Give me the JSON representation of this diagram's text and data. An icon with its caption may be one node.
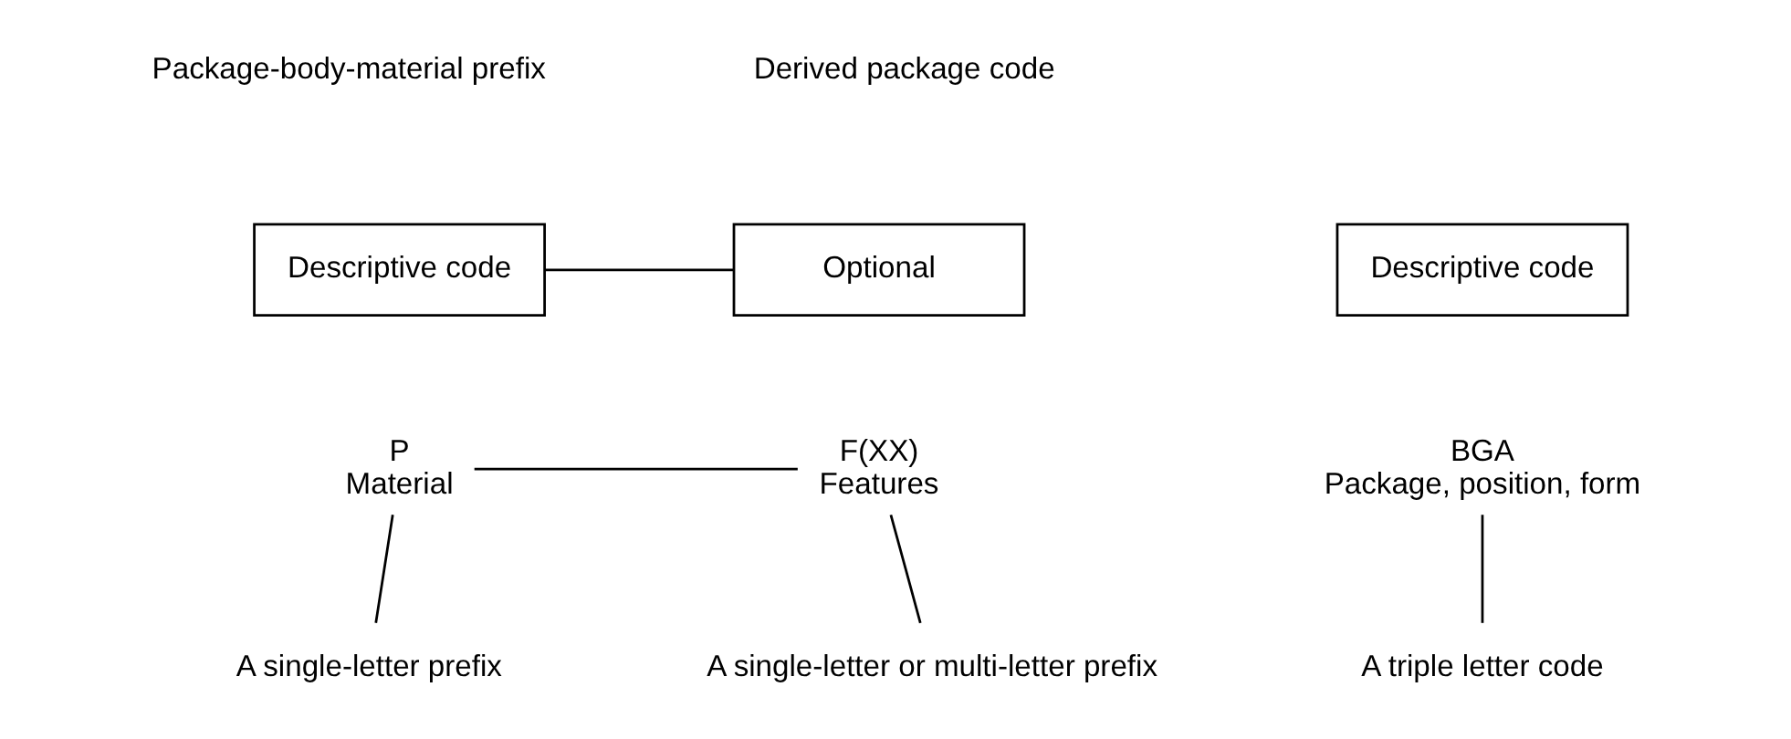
{
  "diagram": {
    "nodes": [
      {
        "text": [
          "Descriptive code"
        ]
      },
      {
        "text": [
          "Optional"
        ]
      },
      {
        "text": [
          "Descriptive code"
        ]
      },
      {
        "text": [
          "P",
          "Material"
        ]
      },
      {
        "text": [
          "F(XX)",
          "Features"
        ]
      },
      {
        "text": [
          "BGA",
          "Package, position, form"
        ]
      },
      {
        "text": [
          "A single-letter prefix"
        ]
      },
      {
        "text": [
          "A single-letter or multi-letter prefix"
        ]
      },
      {
        "text": [
          "A triple letter code"
        ]
      }
    ],
    "edges": [
      {
        "from": 0,
        "to": 1,
        "arrow": "none"
      },
      {
        "from": 3,
        "to": 4,
        "arrow": "none"
      },
      {
        "from": 3,
        "to": 6,
        "arrow": "none"
      },
      {
        "from": 4,
        "to": 7,
        "arrow": "none"
      },
      {
        "from": 5,
        "to": 8,
        "arrow": "none"
      }
    ],
    "labels": [
      "Package-body-material prefix",
      "Derived package code"
    ]
  }
}
